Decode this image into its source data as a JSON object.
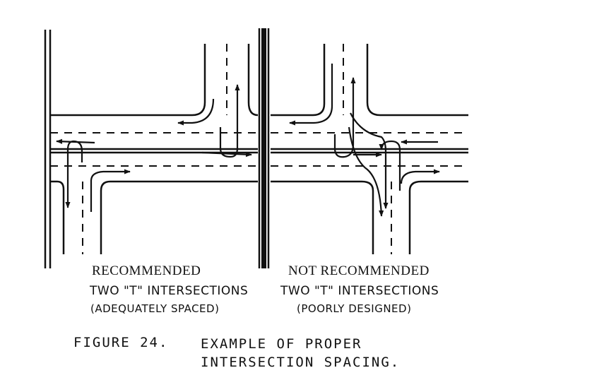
{
  "left_panel": {
    "heading": "RECOMMENDED",
    "title": "TWO \"T\" INTERSECTIONS",
    "subtitle": "(ADEQUATELY SPACED)"
  },
  "right_panel": {
    "heading": "NOT RECOMMENDED",
    "title": "TWO \"T\" INTERSECTIONS",
    "subtitle": "(POORLY DESIGNED)"
  },
  "caption": {
    "number": "FIGURE 24.",
    "line1": "EXAMPLE OF PROPER",
    "line2": "INTERSECTION SPACING."
  }
}
